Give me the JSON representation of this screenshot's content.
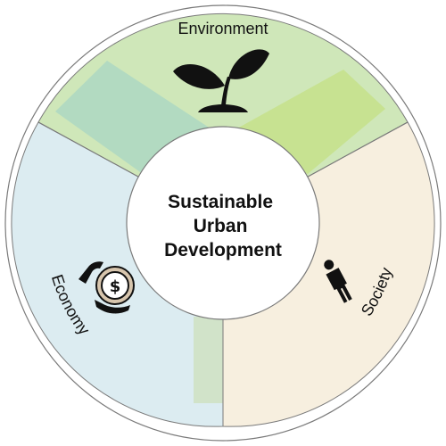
{
  "center": {
    "lines": [
      "Sustainable",
      "Urban",
      "Development"
    ]
  },
  "sectors": [
    {
      "id": "environment",
      "label": "Environment",
      "color": "#cfe7b9",
      "icon": "seedling-icon"
    },
    {
      "id": "economy",
      "label": "Economy",
      "color": "#dcecf1",
      "icon": "hands-coin-dollar-icon"
    },
    {
      "id": "society",
      "label": "Society",
      "color": "#f7efdf",
      "icon": "person-icon"
    }
  ],
  "colors": {
    "outline": "#7a7a7a",
    "ring_gap": "#ffffff",
    "center_fill": "#ffffff",
    "overlap_teal": "#a8d5c4",
    "overlap_lime": "#c6e08a",
    "overlap_sage": "#cfe2c4",
    "icon": "#111111"
  }
}
